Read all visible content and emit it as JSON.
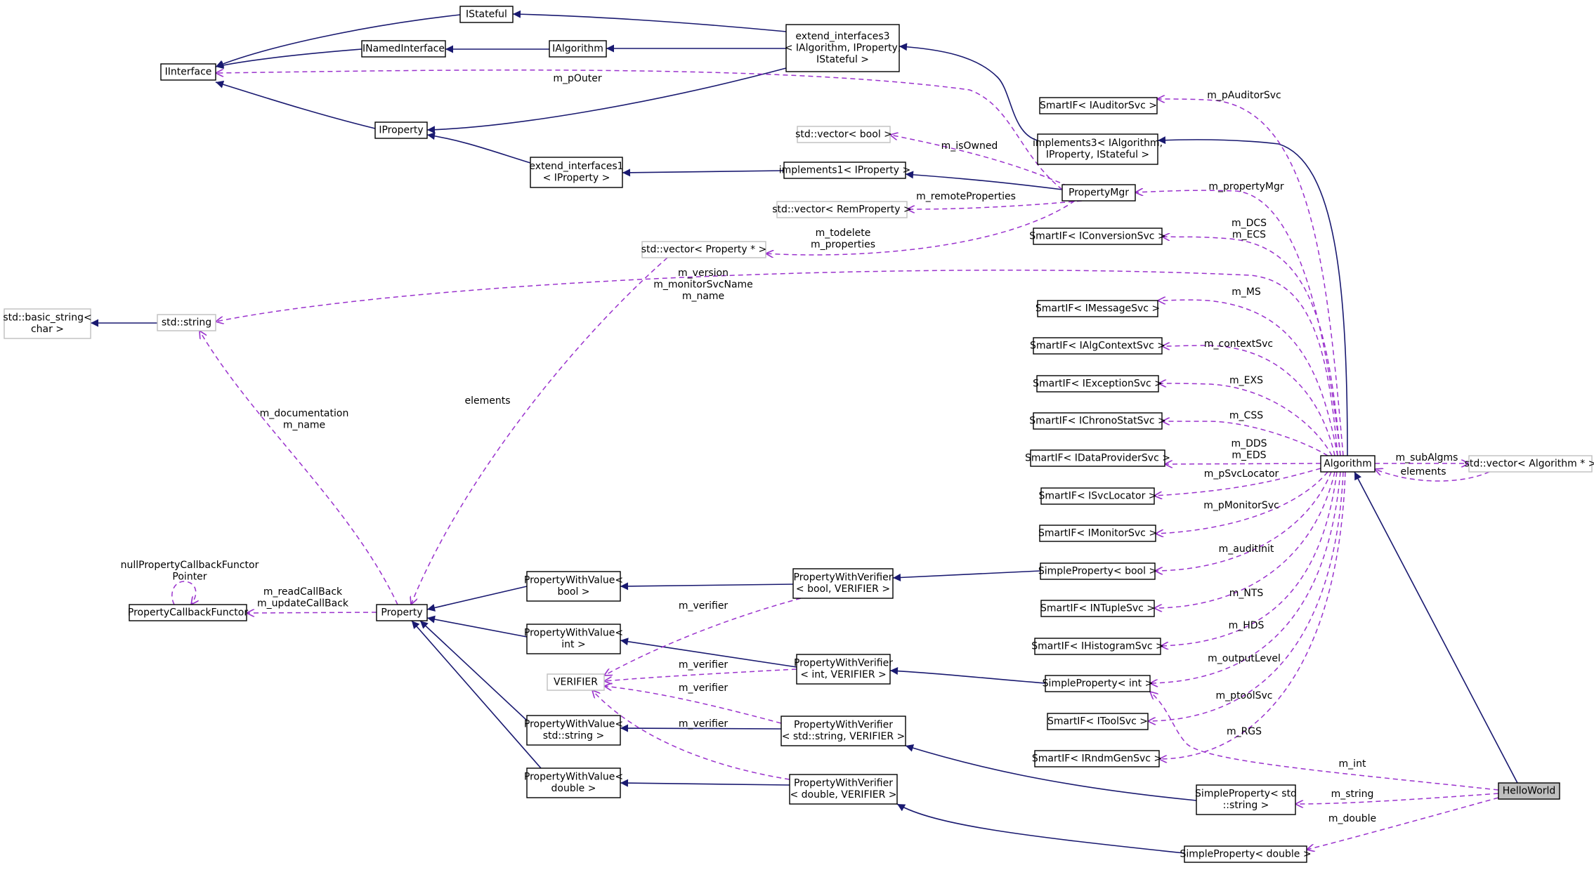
{
  "colors": {
    "inheritance_edge": "#191970",
    "usage_edge": "#9a32cd",
    "external_border": "#bfbfbf",
    "highlight_fill": "#bfbfbf"
  },
  "nodes": [
    {
      "id": "IStateful",
      "lines": [
        "IStateful"
      ]
    },
    {
      "id": "INamedInterface",
      "lines": [
        "INamedInterface"
      ]
    },
    {
      "id": "IInterface",
      "lines": [
        "IInterface"
      ]
    },
    {
      "id": "IAlgorithm",
      "lines": [
        "IAlgorithm"
      ]
    },
    {
      "id": "ext3",
      "lines": [
        "extend_interfaces3",
        "< IAlgorithm, IProperty,",
        "IStateful >"
      ]
    },
    {
      "id": "IProperty",
      "lines": [
        "IProperty"
      ]
    },
    {
      "id": "ext1",
      "lines": [
        "extend_interfaces1",
        "< IProperty >"
      ]
    },
    {
      "id": "impl1",
      "lines": [
        "implements1< IProperty >"
      ]
    },
    {
      "id": "PropertyMgr",
      "lines": [
        "PropertyMgr"
      ]
    },
    {
      "id": "impl3",
      "lines": [
        "implements3< IAlgorithm,",
        "IProperty, IStateful >"
      ]
    },
    {
      "id": "vecbool",
      "lines": [
        "std::vector< bool >"
      ]
    },
    {
      "id": "vecRem",
      "lines": [
        "std::vector< RemProperty >"
      ]
    },
    {
      "id": "vecProp",
      "lines": [
        "std::vector< Property * >"
      ]
    },
    {
      "id": "basicstr",
      "lines": [
        "std::basic_string<",
        "char >"
      ]
    },
    {
      "id": "stdstring",
      "lines": [
        "std::string"
      ]
    },
    {
      "id": "SIAuditor",
      "lines": [
        "SmartIF< IAuditorSvc >"
      ]
    },
    {
      "id": "SIConv",
      "lines": [
        "SmartIF< IConversionSvc >"
      ]
    },
    {
      "id": "SIMsg",
      "lines": [
        "SmartIF< IMessageSvc >"
      ]
    },
    {
      "id": "SIAlgCtx",
      "lines": [
        "SmartIF< IAlgContextSvc >"
      ]
    },
    {
      "id": "SIExc",
      "lines": [
        "SmartIF< IExceptionSvc >"
      ]
    },
    {
      "id": "SIChrono",
      "lines": [
        "SmartIF< IChronoStatSvc >"
      ]
    },
    {
      "id": "SIDP",
      "lines": [
        "SmartIF< IDataProviderSvc >"
      ]
    },
    {
      "id": "SISvcLoc",
      "lines": [
        "SmartIF< ISvcLocator >"
      ]
    },
    {
      "id": "SIMon",
      "lines": [
        "SmartIF< IMonitorSvc >"
      ]
    },
    {
      "id": "SPbool",
      "lines": [
        "SimpleProperty< bool >"
      ]
    },
    {
      "id": "SINTuple",
      "lines": [
        "SmartIF< INTupleSvc >"
      ]
    },
    {
      "id": "SIHist",
      "lines": [
        "SmartIF< IHistogramSvc >"
      ]
    },
    {
      "id": "SPint",
      "lines": [
        "SimpleProperty< int >"
      ]
    },
    {
      "id": "SITool",
      "lines": [
        "SmartIF< IToolSvc >"
      ]
    },
    {
      "id": "SIRndm",
      "lines": [
        "SmartIF< IRndmGenSvc >"
      ]
    },
    {
      "id": "SPstring",
      "lines": [
        "SimpleProperty< std",
        "::string >"
      ]
    },
    {
      "id": "SPdouble",
      "lines": [
        "SimpleProperty< double >"
      ]
    },
    {
      "id": "Algorithm",
      "lines": [
        "Algorithm"
      ]
    },
    {
      "id": "vecAlg",
      "lines": [
        "std::vector< Algorithm * >"
      ]
    },
    {
      "id": "HelloWorld",
      "lines": [
        "HelloWorld"
      ]
    },
    {
      "id": "PCF",
      "lines": [
        "PropertyCallbackFunctor"
      ]
    },
    {
      "id": "Property",
      "lines": [
        "Property"
      ]
    },
    {
      "id": "PWVbool",
      "lines": [
        "PropertyWithValue<",
        "bool >"
      ]
    },
    {
      "id": "PWVint",
      "lines": [
        "PropertyWithValue<",
        "int >"
      ]
    },
    {
      "id": "PWVstring",
      "lines": [
        "PropertyWithValue<",
        "std::string >"
      ]
    },
    {
      "id": "PWVdouble",
      "lines": [
        "PropertyWithValue<",
        "double >"
      ]
    },
    {
      "id": "VERIFIER",
      "lines": [
        "VERIFIER"
      ]
    },
    {
      "id": "PWVerbool",
      "lines": [
        "PropertyWithVerifier",
        "< bool, VERIFIER >"
      ]
    },
    {
      "id": "PWVerint",
      "lines": [
        "PropertyWithVerifier",
        "< int, VERIFIER >"
      ]
    },
    {
      "id": "PWVerstring",
      "lines": [
        "PropertyWithVerifier",
        "< std::string, VERIFIER >"
      ]
    },
    {
      "id": "PWVerdouble",
      "lines": [
        "PropertyWithVerifier",
        "< double, VERIFIER >"
      ]
    }
  ],
  "edge_labels": [
    {
      "id": "pOuter",
      "lines": [
        "m_pOuter"
      ]
    },
    {
      "id": "pAuditor",
      "lines": [
        "m_pAuditorSvc"
      ]
    },
    {
      "id": "isOwned",
      "lines": [
        "m_isOwned"
      ]
    },
    {
      "id": "remoteProps",
      "lines": [
        "m_remoteProperties"
      ]
    },
    {
      "id": "propertyMgr",
      "lines": [
        "m_propertyMgr"
      ]
    },
    {
      "id": "todelete",
      "lines": [
        "m_todelete",
        "m_properties"
      ]
    },
    {
      "id": "dcs",
      "lines": [
        "m_DCS",
        "m_ECS"
      ]
    },
    {
      "id": "version",
      "lines": [
        "m_version",
        "m_monitorSvcName",
        "m_name"
      ]
    },
    {
      "id": "ms",
      "lines": [
        "m_MS"
      ]
    },
    {
      "id": "ctx",
      "lines": [
        "m_contextSvc"
      ]
    },
    {
      "id": "elemVec",
      "lines": [
        "elements"
      ]
    },
    {
      "id": "exs",
      "lines": [
        "m_EXS"
      ]
    },
    {
      "id": "doc",
      "lines": [
        "m_documentation",
        "m_name"
      ]
    },
    {
      "id": "css",
      "lines": [
        "m_CSS"
      ]
    },
    {
      "id": "dds",
      "lines": [
        "m_DDS",
        "m_EDS"
      ]
    },
    {
      "id": "subAlgms",
      "lines": [
        "m_subAlgms"
      ]
    },
    {
      "id": "elemAlg",
      "lines": [
        "elements"
      ]
    },
    {
      "id": "svcLoc",
      "lines": [
        "m_pSvcLocator"
      ]
    },
    {
      "id": "monSvc",
      "lines": [
        "m_pMonitorSvc"
      ]
    },
    {
      "id": "auditInit",
      "lines": [
        "m_auditInit"
      ]
    },
    {
      "id": "nullPCF",
      "lines": [
        "nullPropertyCallbackFunctor",
        "Pointer"
      ]
    },
    {
      "id": "readCB",
      "lines": [
        "m_readCallBack",
        "m_updateCallBack"
      ]
    },
    {
      "id": "nts",
      "lines": [
        "m_NTS"
      ]
    },
    {
      "id": "verif1",
      "lines": [
        "m_verifier"
      ]
    },
    {
      "id": "hds",
      "lines": [
        "m_HDS"
      ]
    },
    {
      "id": "outLevel",
      "lines": [
        "m_outputLevel"
      ]
    },
    {
      "id": "verif2",
      "lines": [
        "m_verifier"
      ]
    },
    {
      "id": "verif3",
      "lines": [
        "m_verifier"
      ]
    },
    {
      "id": "ptool",
      "lines": [
        "m_ptoolSvc"
      ]
    },
    {
      "id": "verif4",
      "lines": [
        "m_verifier"
      ]
    },
    {
      "id": "rgs",
      "lines": [
        "m_RGS"
      ]
    },
    {
      "id": "mint",
      "lines": [
        "m_int"
      ]
    },
    {
      "id": "mstring",
      "lines": [
        "m_string"
      ]
    },
    {
      "id": "mdouble",
      "lines": [
        "m_double"
      ]
    }
  ]
}
